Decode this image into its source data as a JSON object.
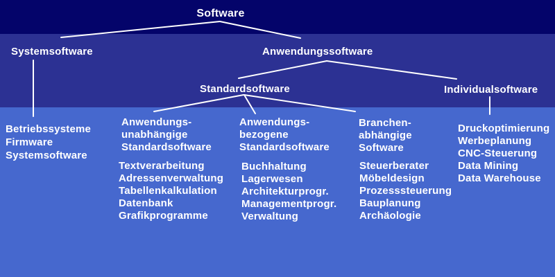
{
  "colors": {
    "band_top": "#04046a",
    "band_middle": "#2c3193",
    "band_bottom": "#4668ce",
    "text": "#ffffff",
    "connector": "#ffffff"
  },
  "tree": {
    "root": "Software",
    "level1": {
      "systemsoftware": "Systemsoftware",
      "anwendungssoftware": "Anwendungssoftware"
    },
    "level2": {
      "standardsoftware": "Standardsoftware",
      "individualsoftware": "Individualsoftware"
    },
    "columns": [
      {
        "parent": "Systemsoftware",
        "items": [
          "Betriebssysteme",
          "Firmware",
          "Systemsoftware"
        ]
      },
      {
        "parent": "Standardsoftware",
        "heading_lines": [
          "Anwendungs-",
          "unabhängige",
          "Standardsoftware"
        ],
        "items": [
          "Textverarbeitung",
          "Adressenverwaltung",
          "Tabellenkalkulation",
          "Datenbank",
          "Grafikprogramme"
        ]
      },
      {
        "parent": "Standardsoftware",
        "heading_lines": [
          "Anwendungs-",
          "bezogene",
          "Standardsoftware"
        ],
        "items": [
          "Buchhaltung",
          "Lagerwesen",
          "Architekturprogr.",
          "Managementprogr.",
          "Verwaltung"
        ]
      },
      {
        "parent": "Standardsoftware",
        "heading_lines": [
          "Branchen-",
          "abhängige",
          "Software"
        ],
        "items": [
          "Steuerberater",
          "Möbeldesign",
          "Prozesssteuerung",
          "Bauplanung",
          "Archäologie"
        ]
      },
      {
        "parent": "Individualsoftware",
        "items": [
          "Druckoptimierung",
          "Werbeplanung",
          "CNC-Steuerung",
          "Data Mining",
          "Data Warehouse"
        ]
      }
    ]
  }
}
